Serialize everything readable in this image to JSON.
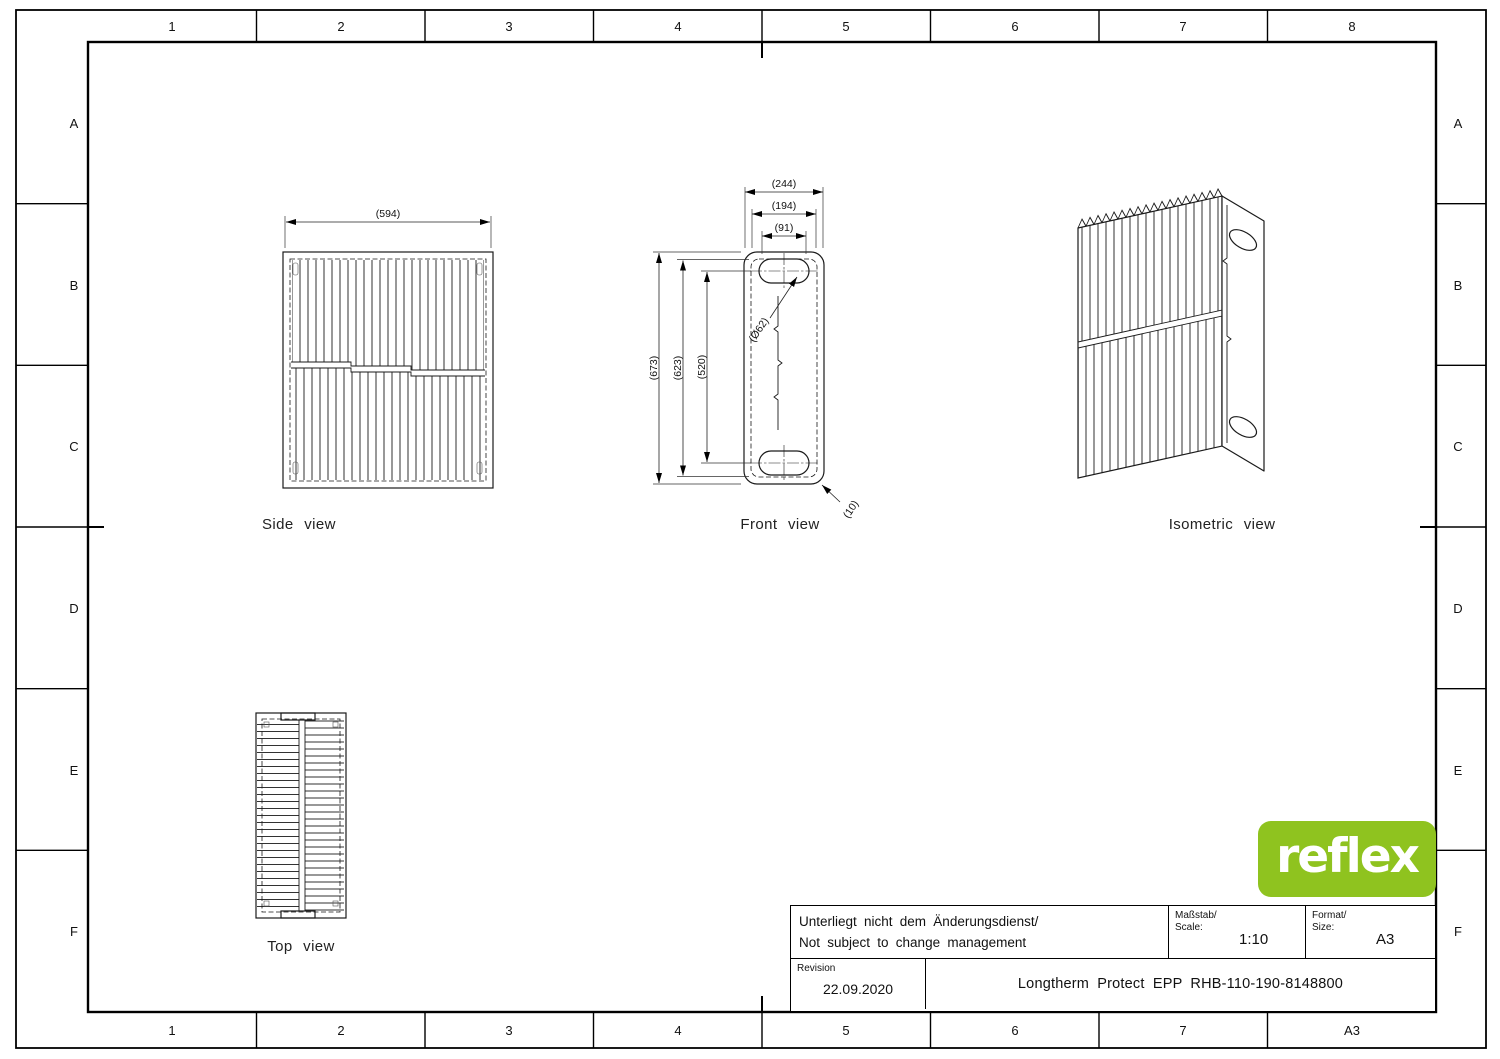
{
  "frame": {
    "zones_top": [
      "1",
      "2",
      "3",
      "4",
      "5",
      "6",
      "7",
      "8"
    ],
    "zones_bottom": [
      "1",
      "2",
      "3",
      "4",
      "5",
      "6",
      "7",
      "A3"
    ],
    "zones_left": [
      "A",
      "B",
      "C",
      "D",
      "E",
      "F"
    ],
    "zones_right": [
      "A",
      "B",
      "C",
      "D",
      "E",
      "F"
    ]
  },
  "views": {
    "side": {
      "label": "Side view",
      "dim_width": "(594)"
    },
    "front": {
      "label": "Front view",
      "dim_outer_width": "(244)",
      "dim_inner_width": "(194)",
      "dim_slot_width": "(91)",
      "dim_outer_height": "(673)",
      "dim_inner_height": "(623)",
      "dim_slot_spacing": "(520)",
      "dim_slot_dia": "(Ø62)",
      "dim_corner": "(10)"
    },
    "isometric": {
      "label": "Isometric view"
    },
    "top": {
      "label": "Top view"
    }
  },
  "title_block": {
    "change_note_de": "Unterliegt nicht dem Änderungsdienst/",
    "change_note_en": "Not subject to change management",
    "scale_label_de": "Maßstab/",
    "scale_label_en": "Scale:",
    "scale_value": "1:10",
    "format_label_de": "Format/",
    "format_label_en": "Size:",
    "format_value": "A3",
    "revision_label": "Revision",
    "revision_value": "22.09.2020",
    "drawing_title": "Longtherm Protect EPP RHB-110-190-8148800"
  },
  "logo": {
    "wordmark": "reflex",
    "brand_green": "#8fc31f"
  }
}
